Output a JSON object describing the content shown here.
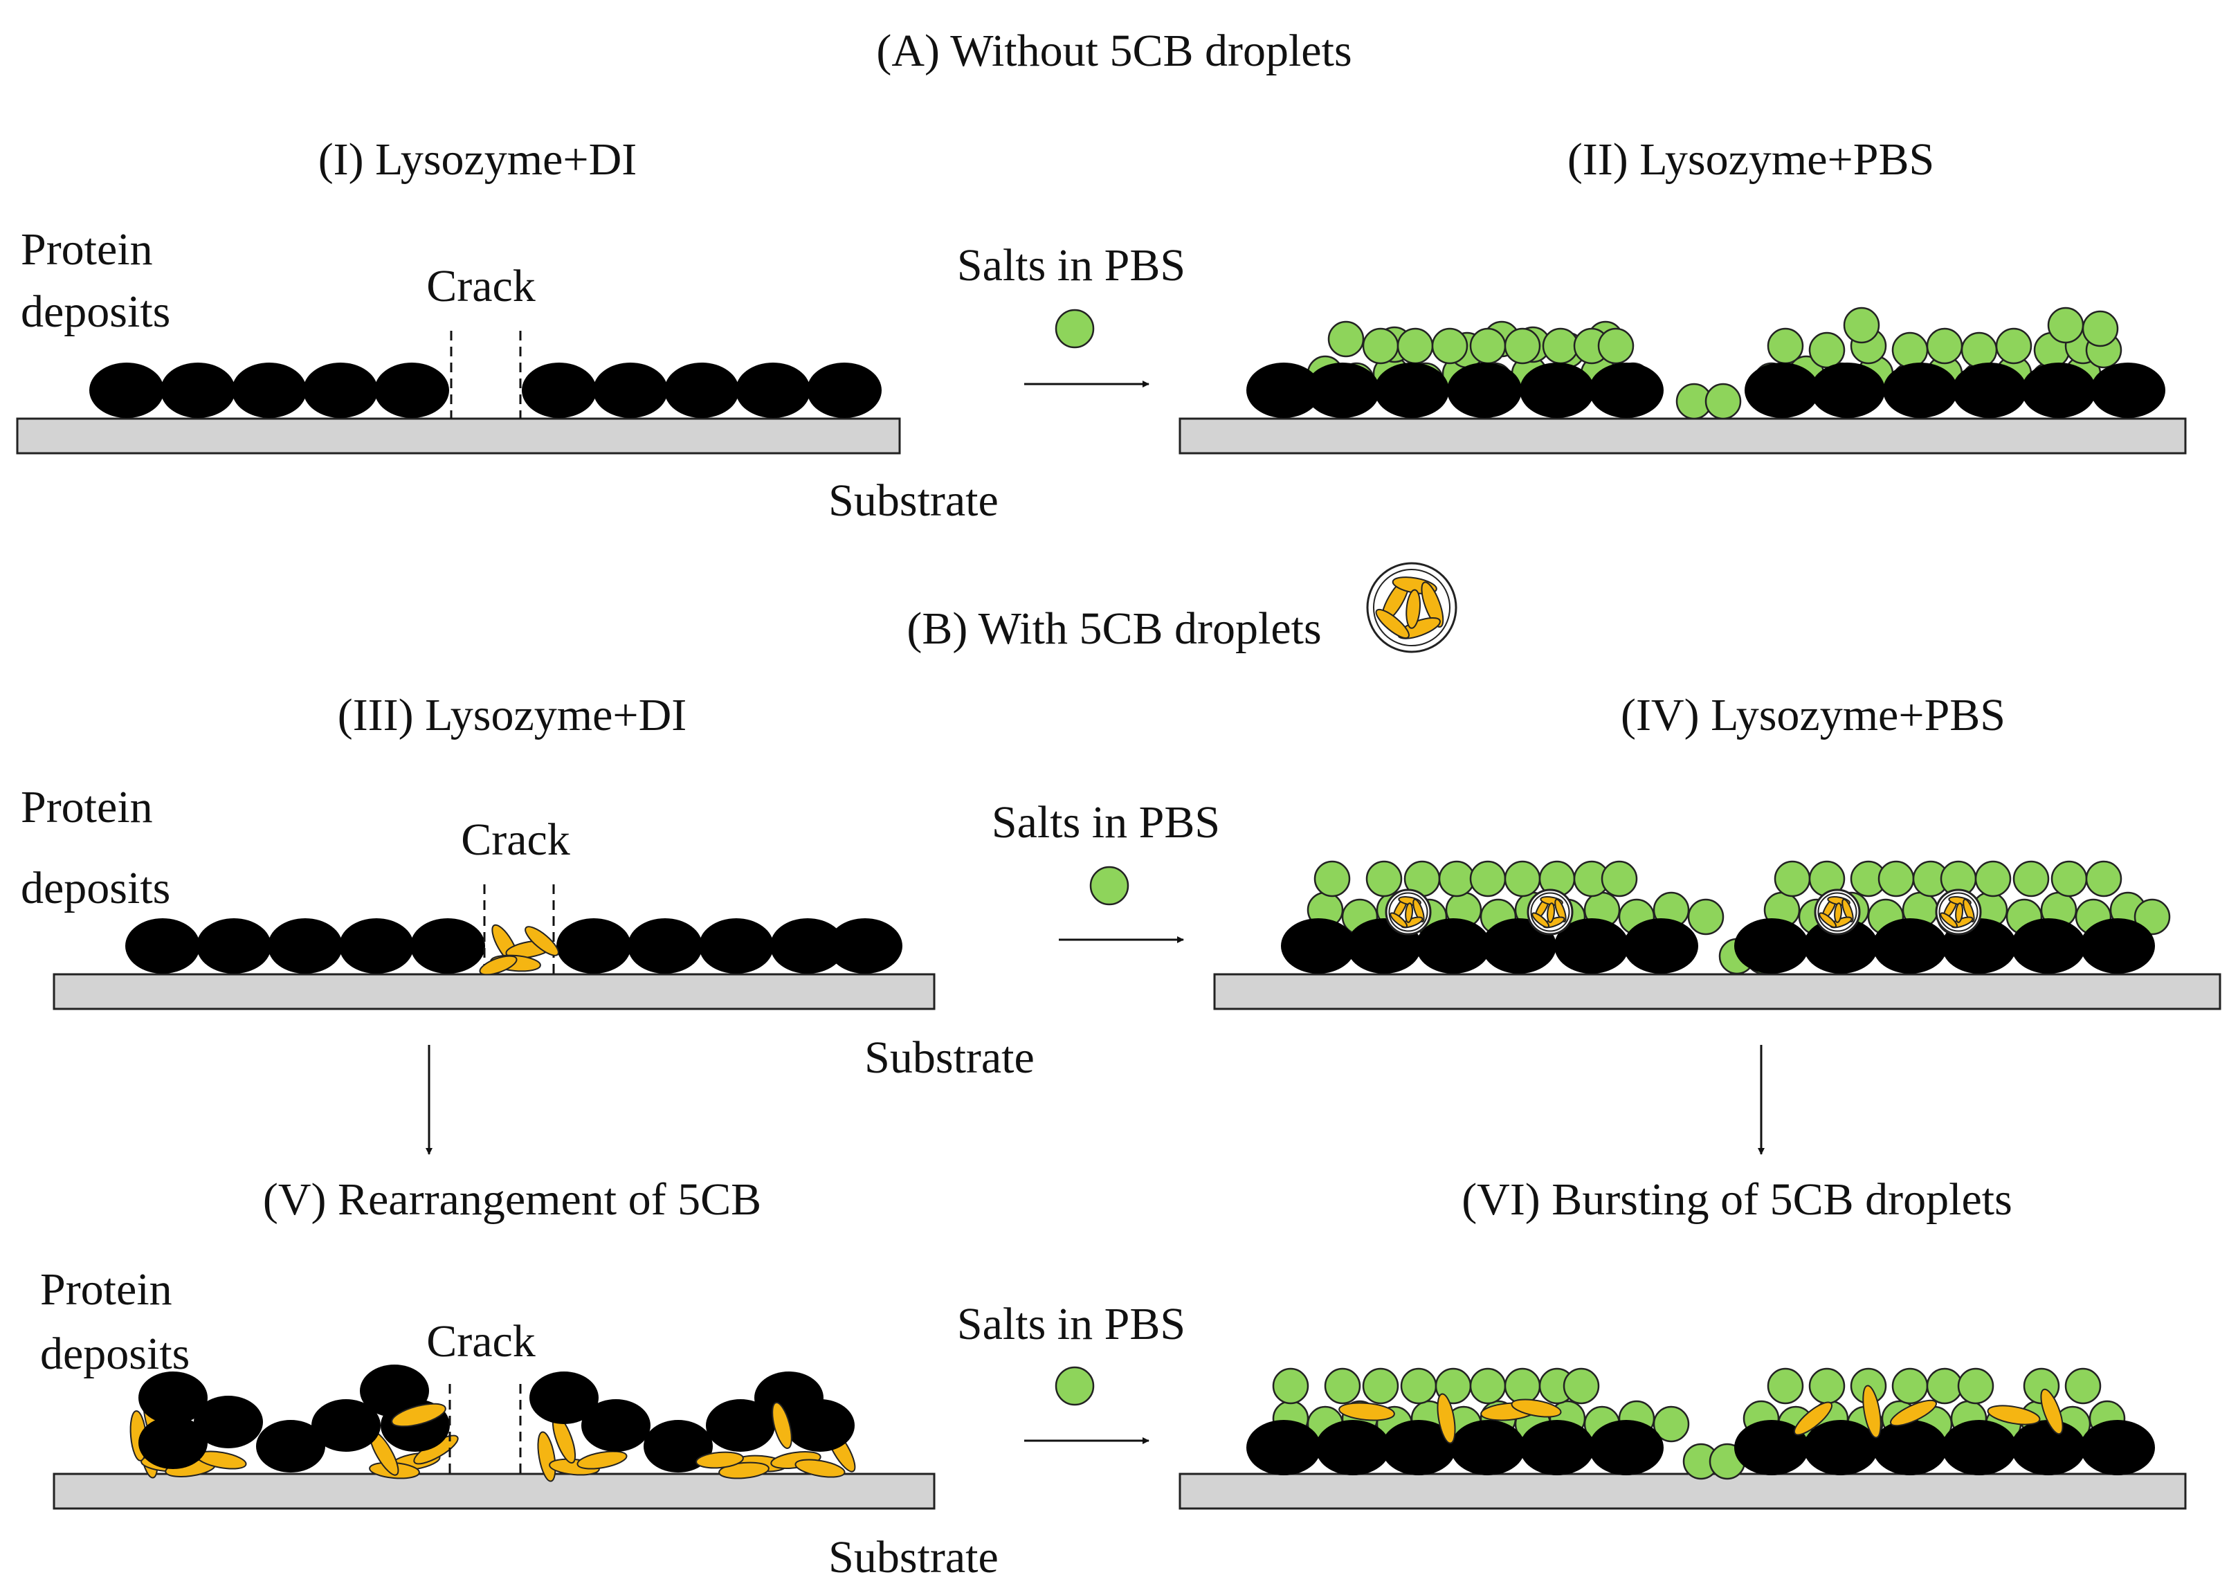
{
  "colors": {
    "protein": "#000000",
    "salt": "#8ed45b",
    "lc": "#f5b512",
    "substrate": "#d3d3d3",
    "outline": "#222222"
  },
  "panel_a": {
    "heading": "(A) Without 5CB droplets",
    "step_i": "(I) Lysozyme+DI",
    "step_ii": "(II) Lysozyme+PBS",
    "protein_label_line1": "Protein",
    "protein_label_line2": "deposits",
    "crack": "Crack",
    "salts": "Salts in PBS",
    "substrate": "Substrate"
  },
  "panel_b": {
    "heading": "(B) With 5CB droplets",
    "step_iii": "(III)  Lysozyme+DI",
    "step_iv": "(IV) Lysozyme+PBS",
    "step_v": "(V)  Rearrangement of 5CB",
    "step_vi": "(VI) Bursting of 5CB droplets",
    "protein_label_line1": "Protein",
    "protein_label_line2": "deposits",
    "crack": "Crack",
    "salts": "Salts in PBS",
    "substrate": "Substrate"
  }
}
